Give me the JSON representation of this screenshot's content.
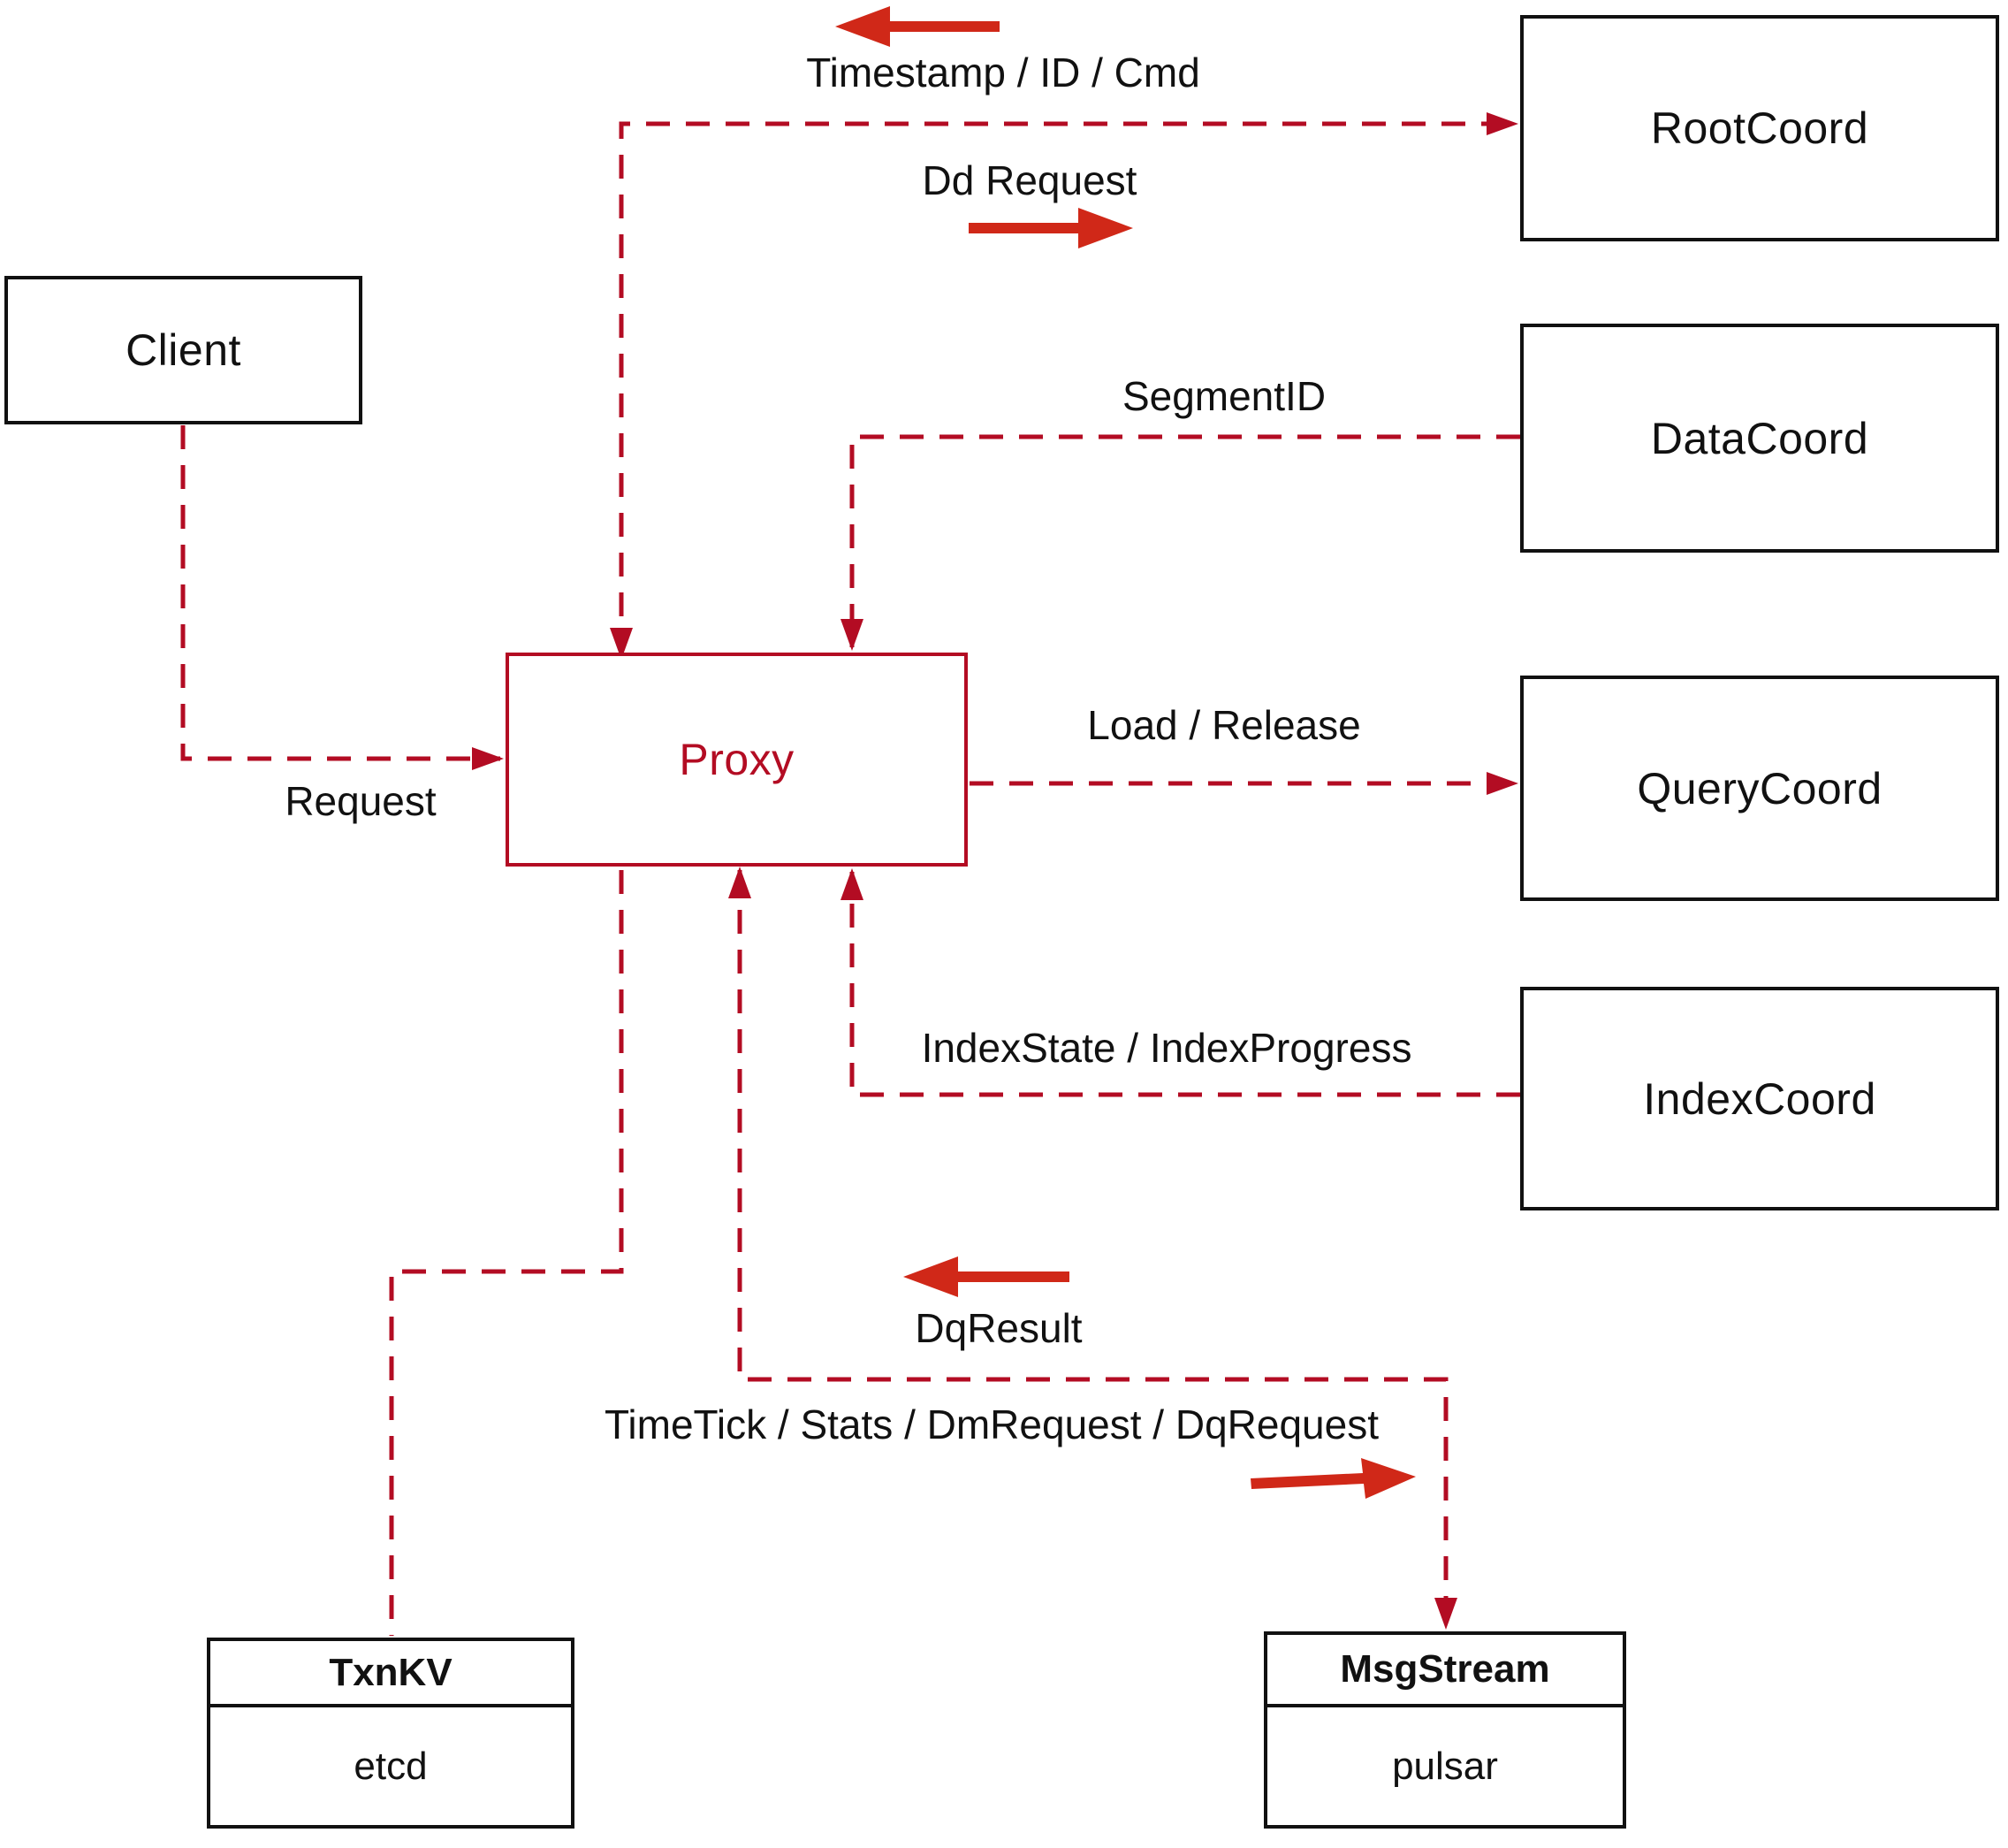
{
  "title": "Milvus Proxy interaction diagram",
  "boxes": {
    "client": {
      "label": "Client"
    },
    "rootcoord": {
      "label": "RootCoord"
    },
    "datacoord": {
      "label": "DataCoord"
    },
    "querycoord": {
      "label": "QueryCoord"
    },
    "indexcoord": {
      "label": "IndexCoord"
    },
    "proxy": {
      "label": "Proxy"
    },
    "txnkv": {
      "title": "TxnKV",
      "body": "etcd"
    },
    "msgstream": {
      "title": "MsgStream",
      "body": "pulsar"
    }
  },
  "edges": {
    "timestamp": "Timestamp / ID / Cmd",
    "dd_request": "Dd Request",
    "segment_id": "SegmentID",
    "load_release": "Load / Release",
    "index_state": "IndexState / IndexProgress",
    "request": "Request",
    "dq_result": "DqResult",
    "time_tick": "TimeTick / Stats / DmRequest / DqRequest"
  },
  "direction_arrows": {
    "rootcoord_response": "left",
    "rootcoord_request": "right",
    "msgstream_response": "left",
    "msgstream_request": "right"
  },
  "colors": {
    "line_red": "#b30c23",
    "arrow_red": "#d02818",
    "box_border": "#111111",
    "text": "#111111",
    "background": "#ffffff"
  }
}
